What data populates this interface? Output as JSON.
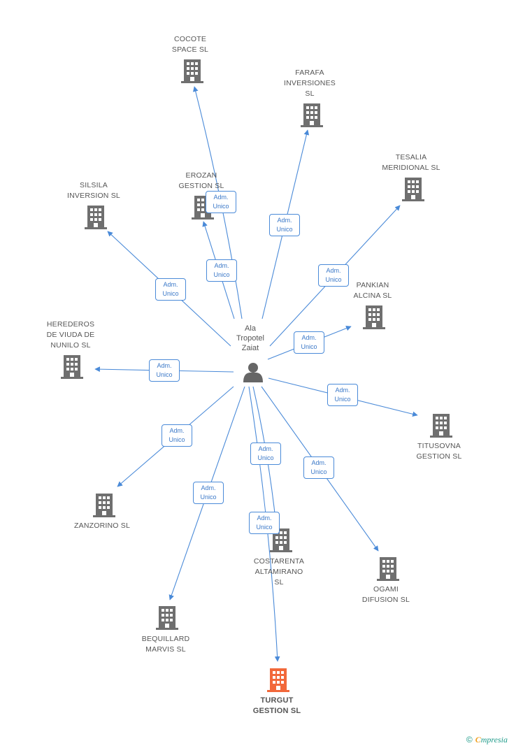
{
  "colors": {
    "edge": "#4a8ad8",
    "building": "#6f6f6f",
    "target_building": "#f2683a",
    "person": "#666666"
  },
  "center": {
    "name_lines": [
      "Ala",
      "Tropotel",
      "Zaiat"
    ],
    "icon": "person-icon"
  },
  "edge_label_lines": [
    "Adm.",
    "Unico"
  ],
  "companies": [
    {
      "id": "cocote",
      "name_lines": [
        "COCOTE",
        "SPACE SL"
      ],
      "icon": "building-icon"
    },
    {
      "id": "farafa",
      "name_lines": [
        "FARAFA",
        "INVERSIONES",
        "SL"
      ],
      "icon": "building-icon"
    },
    {
      "id": "tesalia",
      "name_lines": [
        "TESALIA",
        "MERIDIONAL SL"
      ],
      "icon": "building-icon"
    },
    {
      "id": "erozan",
      "name_lines": [
        "EROZAN",
        "GESTION SL"
      ],
      "icon": "building-icon"
    },
    {
      "id": "silsila",
      "name_lines": [
        "SILSILA",
        "INVERSION SL"
      ],
      "icon": "building-icon"
    },
    {
      "id": "pankian",
      "name_lines": [
        "PANKIAN",
        "ALCINA SL"
      ],
      "icon": "building-icon"
    },
    {
      "id": "herederos",
      "name_lines": [
        "HEREDEROS",
        "DE VIUDA DE",
        "NUNILO SL"
      ],
      "icon": "building-icon"
    },
    {
      "id": "titusovna",
      "name_lines": [
        "TITUSOVNA",
        "GESTION SL"
      ],
      "icon": "building-icon"
    },
    {
      "id": "zanzorino",
      "name_lines": [
        "ZANZORINO SL"
      ],
      "icon": "building-icon"
    },
    {
      "id": "costarenta",
      "name_lines": [
        "COSTARENTA",
        "ALTAMIRANO",
        "SL"
      ],
      "icon": "building-icon"
    },
    {
      "id": "ogami",
      "name_lines": [
        "OGAMI",
        "DIFUSION SL"
      ],
      "icon": "building-icon"
    },
    {
      "id": "bequillard",
      "name_lines": [
        "BEQUILLARD",
        "MARVIS SL"
      ],
      "icon": "building-icon"
    },
    {
      "id": "turgut",
      "name_lines": [
        "TURGUT",
        "GESTION SL"
      ],
      "icon": "building-icon",
      "highlighted": true
    }
  ],
  "footer": {
    "copyright_symbol": "©",
    "brand_initial": "C",
    "brand_rest": "mpresia"
  }
}
